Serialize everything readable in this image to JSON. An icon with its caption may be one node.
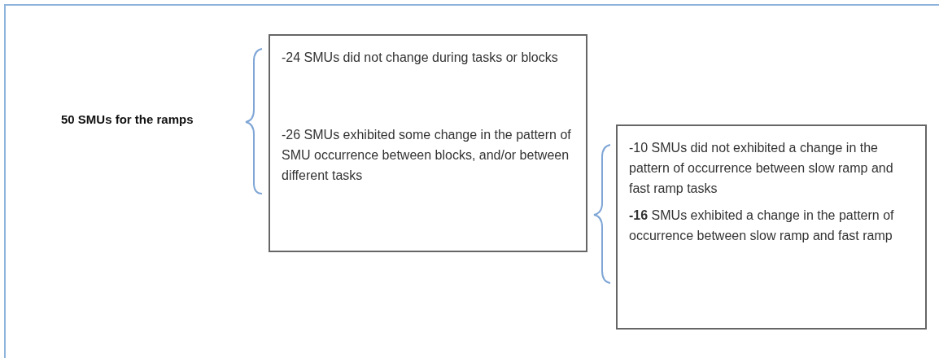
{
  "diagram": {
    "nodes": [
      {
        "text": [
          "-24 SMUs did not change during tasks or blocks",
          "-26 SMUs exhibited some change in the pattern of SMU occurrence between blocks, and/or between different tasks"
        ]
      },
      {
        "text": [
          "-10 SMUs did not exhibited a change in the pattern of occurrence between slow ramp and fast ramp tasks",
          "**-16** SMUs exhibited a change in the pattern of occurrence between slow ramp and fast ramp"
        ]
      }
    ],
    "labels": [
      "50 SMUs for the ramps"
    ]
  }
}
